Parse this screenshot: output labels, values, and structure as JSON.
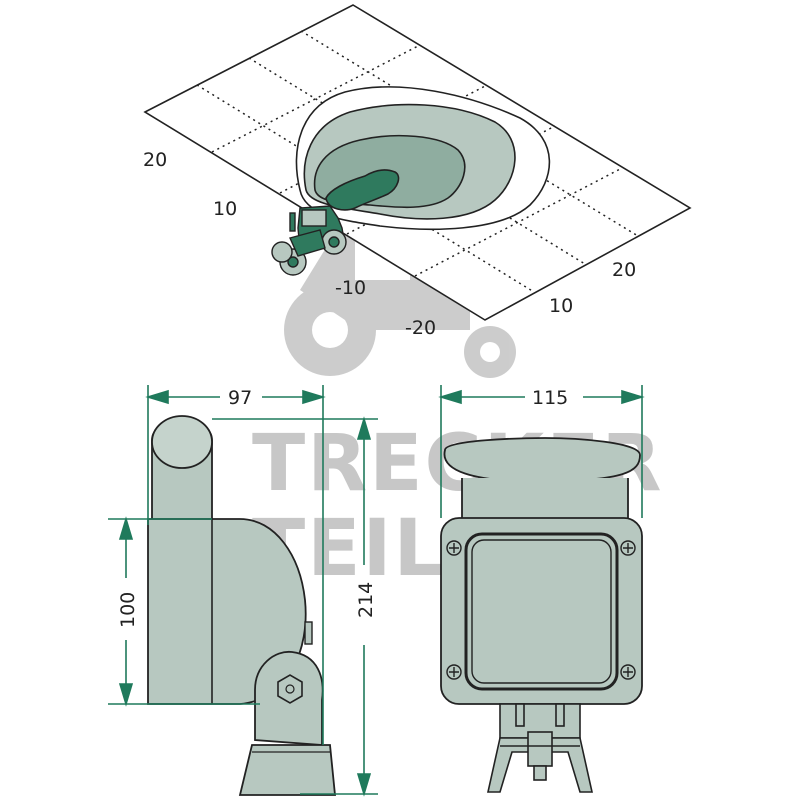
{
  "light_pattern": {
    "grid_labels_left": [
      "20",
      "10",
      "-10",
      "-20"
    ],
    "grid_labels_right": [
      "20",
      "10"
    ]
  },
  "side_view": {
    "width_label": "97",
    "height_label": "100",
    "total_height_label": "214"
  },
  "front_view": {
    "width_label": "115"
  },
  "watermark": {
    "line1": "TRECKER",
    "line2": "TEILE24"
  },
  "colors": {
    "body": "#b7c8c0",
    "dark_green": "#2f7a5e",
    "dim_arrow": "#1f7a5c",
    "outline": "#222222"
  }
}
